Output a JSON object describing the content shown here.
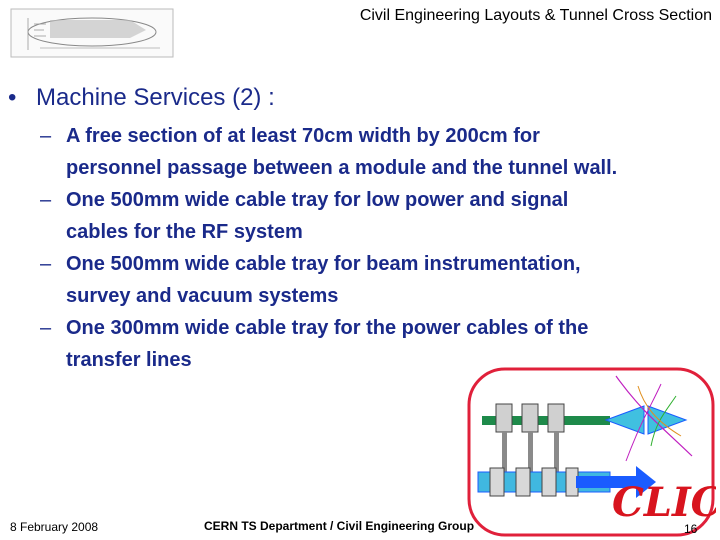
{
  "header": {
    "title": "Civil Engineering Layouts & Tunnel Cross Section"
  },
  "main": {
    "bullet_symbol": "•",
    "heading": "Machine Services (2) :",
    "dash_symbol": "–",
    "items": [
      {
        "text": "A free section of at least 70cm width by 200cm for personnel passage between a module and the tunnel wall."
      },
      {
        "text": "One 500mm wide cable tray for low power and signal cables for the RF system"
      },
      {
        "text": "One 500mm wide cable tray for beam instrumentation, survey and vacuum systems"
      },
      {
        "text": "One 300mm wide cable tray for the power cables of the transfer lines"
      }
    ]
  },
  "logo": {
    "text": "CLIC"
  },
  "footer": {
    "date": "8 February 2008",
    "group": "CERN TS Department / Civil Engineering Group",
    "page": "16"
  },
  "colors": {
    "body_text": "#1a2a8a",
    "logo_ring": "#e0203a",
    "logo_text": "#d8141e",
    "beam_arrow": "#1a5cff"
  }
}
